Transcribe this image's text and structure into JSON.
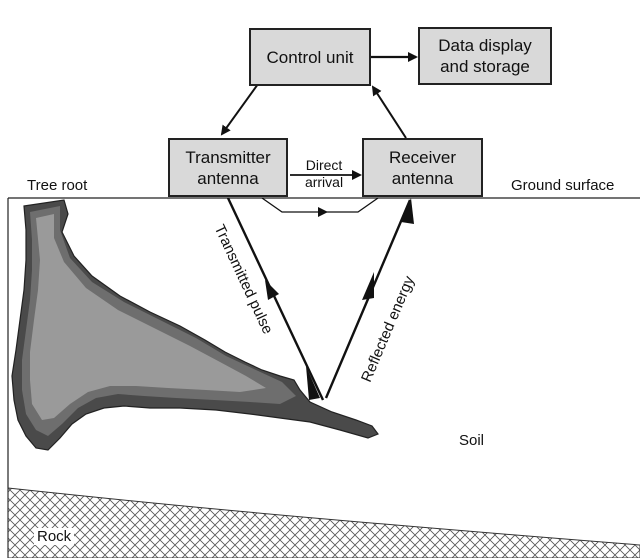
{
  "boxes": {
    "control_unit": "Control unit",
    "data_display": "Data display\nand storage",
    "transmitter": "Transmitter\nantenna",
    "receiver": "Receiver\nantenna"
  },
  "labels": {
    "direct_arrival": "Direct\narrival",
    "tree_root": "Tree root",
    "ground_surface": "Ground surface",
    "transmitted_pulse": "Transmitted pulse",
    "reflected_energy": "Reflected energy",
    "soil": "Soil",
    "rock": "Rock"
  },
  "colors": {
    "box_fill": "#d9d9d9",
    "root_dark": "#4a4a4a",
    "root_mid": "#6e6e6e",
    "root_light": "#9a9a9a",
    "line": "#111111"
  }
}
